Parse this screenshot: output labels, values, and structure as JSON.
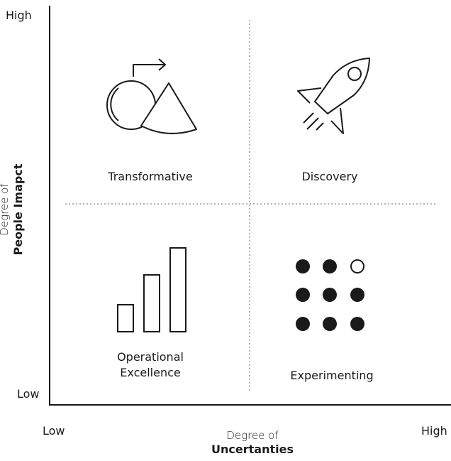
{
  "y_axis": {
    "high_label": "High",
    "low_label": "Low",
    "title_line1": "Degree of",
    "title_line2": "People Imapct"
  },
  "x_axis": {
    "low_label": "Low",
    "high_label": "High",
    "title_line1": "Degree of",
    "title_line2": "Uncertanties"
  },
  "quadrants": {
    "top_left": {
      "label": "Transformative",
      "icon": "circle-cone-arrow-icon"
    },
    "top_right": {
      "label": "Discovery",
      "icon": "rocket-icon"
    },
    "bottom_left": {
      "label_line1": "Operational",
      "label_line2": "Excellence",
      "icon": "bar-chart-icon"
    },
    "bottom_right": {
      "label": "Experimenting",
      "icon": "dot-grid-icon"
    }
  },
  "colors": {
    "ink": "#1a1a1a",
    "divider": "#9a9a9a"
  }
}
